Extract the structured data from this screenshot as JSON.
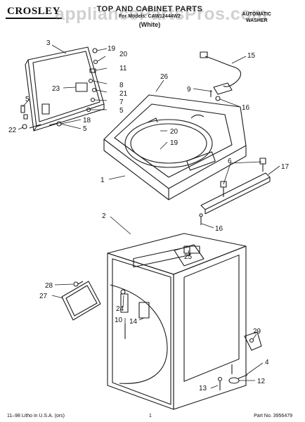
{
  "header": {
    "brand": "CROSLEY",
    "watermark": "appliancePartsPros.com",
    "title": "TOP AND CABINET PARTS",
    "subtitle": "For Models: CAW12444W2",
    "color_note": "(White)",
    "product_line1": "AUTOMATIC",
    "product_line2": "WASHER"
  },
  "footer": {
    "litho": "11–98 Litho in U.S.A. (ors)",
    "page": "1",
    "part_no": "Part No. 3956479"
  },
  "callouts": {
    "c1": "1",
    "c2": "2",
    "c3": "3",
    "c4": "4",
    "c5a": "5",
    "c5b": "5",
    "c5c": "5",
    "c6": "6",
    "c7": "7",
    "c8": "8",
    "c9": "9",
    "c10": "10",
    "c11": "11",
    "c12": "12",
    "c13": "13",
    "c14": "14",
    "c15": "15",
    "c16a": "16",
    "c16b": "16",
    "c17": "17",
    "c18": "18",
    "c19a": "19",
    "c19b": "19",
    "c20a": "20",
    "c20b": "20",
    "c21": "21",
    "c22": "22",
    "c23": "23",
    "c24": "24",
    "c25": "25",
    "c26": "26",
    "c27": "27",
    "c28": "28",
    "c29": "29"
  }
}
